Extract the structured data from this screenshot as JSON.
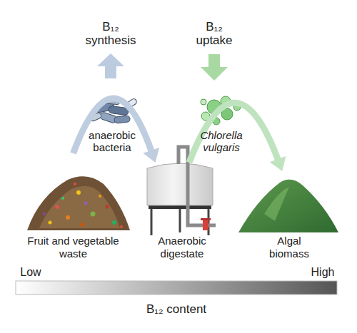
{
  "diagram": {
    "nodes": [
      {
        "text": [
          "Fruit and vegetable waste"
        ]
      },
      {
        "text": [
          "Anaerobic digestate"
        ]
      },
      {
        "text": [
          "Algal biomass"
        ]
      }
    ],
    "edges": [
      {
        "from": 0,
        "to": 1,
        "arrow": "to",
        "label": "anaerobic bacteria"
      },
      {
        "from": 1,
        "to": 2,
        "arrow": "to",
        "label": "Chlorella vulgaris"
      }
    ],
    "labels": [
      "B₁₂ synthesis",
      "B₁₂ uptake",
      "Low",
      "High",
      "B₁₂ content"
    ]
  }
}
